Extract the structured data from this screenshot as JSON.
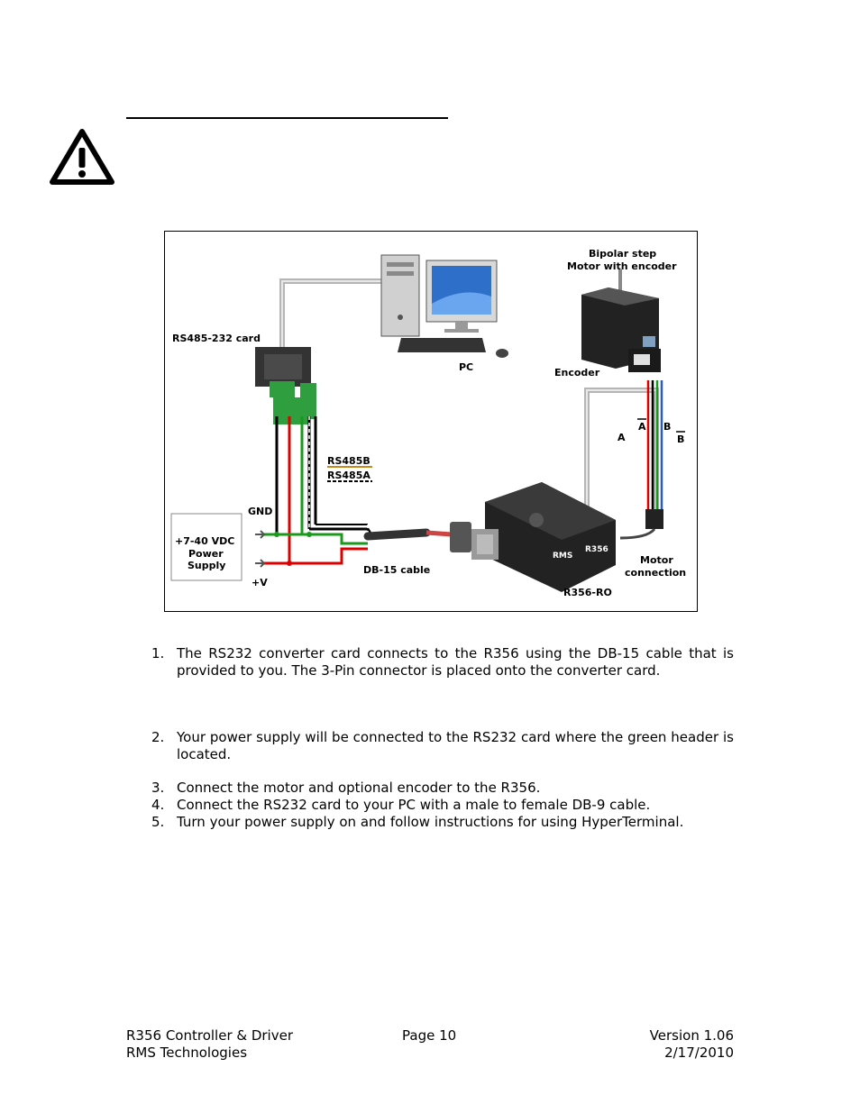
{
  "figure": {
    "labels": {
      "bipolar_line1": "Bipolar step",
      "bipolar_line2": "Motor with encoder",
      "rs485_card": "RS485-232 card",
      "pc": "PC",
      "encoder": "Encoder",
      "a": "A",
      "a_bar": "A",
      "b": "B",
      "b_bar": "B",
      "rs485b": "RS485B",
      "rs485a": "RS485A",
      "gnd": "GND",
      "power_line1": "+7-40 VDC",
      "power_line2": "Power",
      "power_line3": "Supply",
      "plus_v": "+V",
      "db15": "DB-15 cable",
      "motor_conn_line1": "Motor",
      "motor_conn_line2": "connection",
      "r356_model": "R356-RO",
      "brand": "RMS",
      "device_name": "R356"
    }
  },
  "steps": [
    {
      "num": "1.",
      "text": "The RS232 converter card connects to the R356 using the DB-15 cable that is provided to you.  The 3-Pin connector is placed onto the converter card."
    },
    {
      "num": "2.",
      "text": "Your power supply will be connected to the RS232 card where the green header is located."
    },
    {
      "num": "3.",
      "text": "Connect the motor and optional encoder to the R356."
    },
    {
      "num": "4.",
      "text": "Connect the RS232 card to your PC with a male to female DB-9 cable."
    },
    {
      "num": "5.",
      "text": "Turn your power supply on and follow instructions for using HyperTerminal."
    }
  ],
  "footer": {
    "product": "R356 Controller & Driver",
    "company": "RMS Technologies",
    "page": "Page 10",
    "version": "Version 1.06",
    "date": "2/17/2010"
  }
}
